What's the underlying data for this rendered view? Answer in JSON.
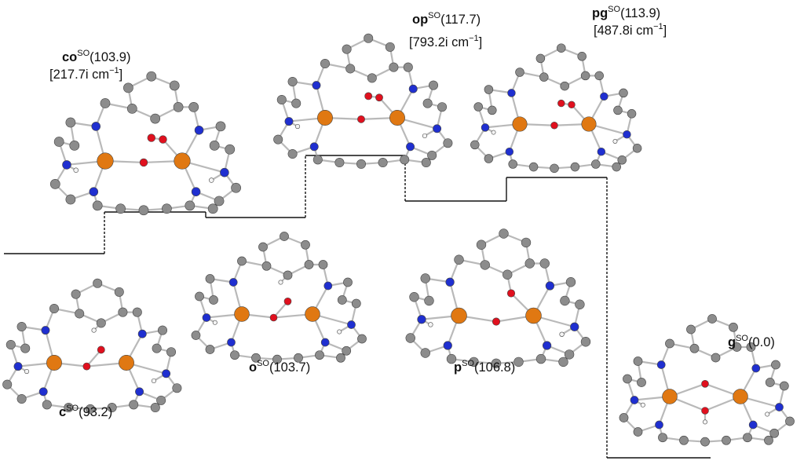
{
  "colors": {
    "background": "#ffffff",
    "level_line": "#111111",
    "atom_C": "#8c8c8c",
    "atom_N": "#1f2fd0",
    "atom_O": "#e0101e",
    "atom_Fe": "#e07812",
    "atom_H": "#f4f4f4",
    "bond": "#b9b9b9"
  },
  "structures": [
    {
      "id": "cSO",
      "name": "c",
      "superscript": "SO",
      "energy": "(93.2)",
      "freq": ""
    },
    {
      "id": "coSO",
      "name": "co",
      "superscript": "SO",
      "energy": "(103.9)",
      "freq": "[217.7i cm",
      "freq_exp": "−1",
      "freq_close": "]"
    },
    {
      "id": "oSO",
      "name": "o",
      "superscript": "SO",
      "energy": "(103.7)",
      "freq": ""
    },
    {
      "id": "opSO",
      "name": "op",
      "superscript": "SO",
      "energy": "(117.7)",
      "freq": "[793.2i cm",
      "freq_exp": "−1",
      "freq_close": "]"
    },
    {
      "id": "pSO",
      "name": "p",
      "superscript": "SO",
      "energy": "(106.8)",
      "freq": ""
    },
    {
      "id": "pgSO",
      "name": "pg",
      "superscript": "SO",
      "energy": "(113.9)",
      "freq": "[487.8i cm",
      "freq_exp": "−1",
      "freq_close": "]"
    },
    {
      "id": "gSO",
      "name": "g",
      "superscript": "SO",
      "energy": "(0.0)",
      "freq": ""
    }
  ]
}
